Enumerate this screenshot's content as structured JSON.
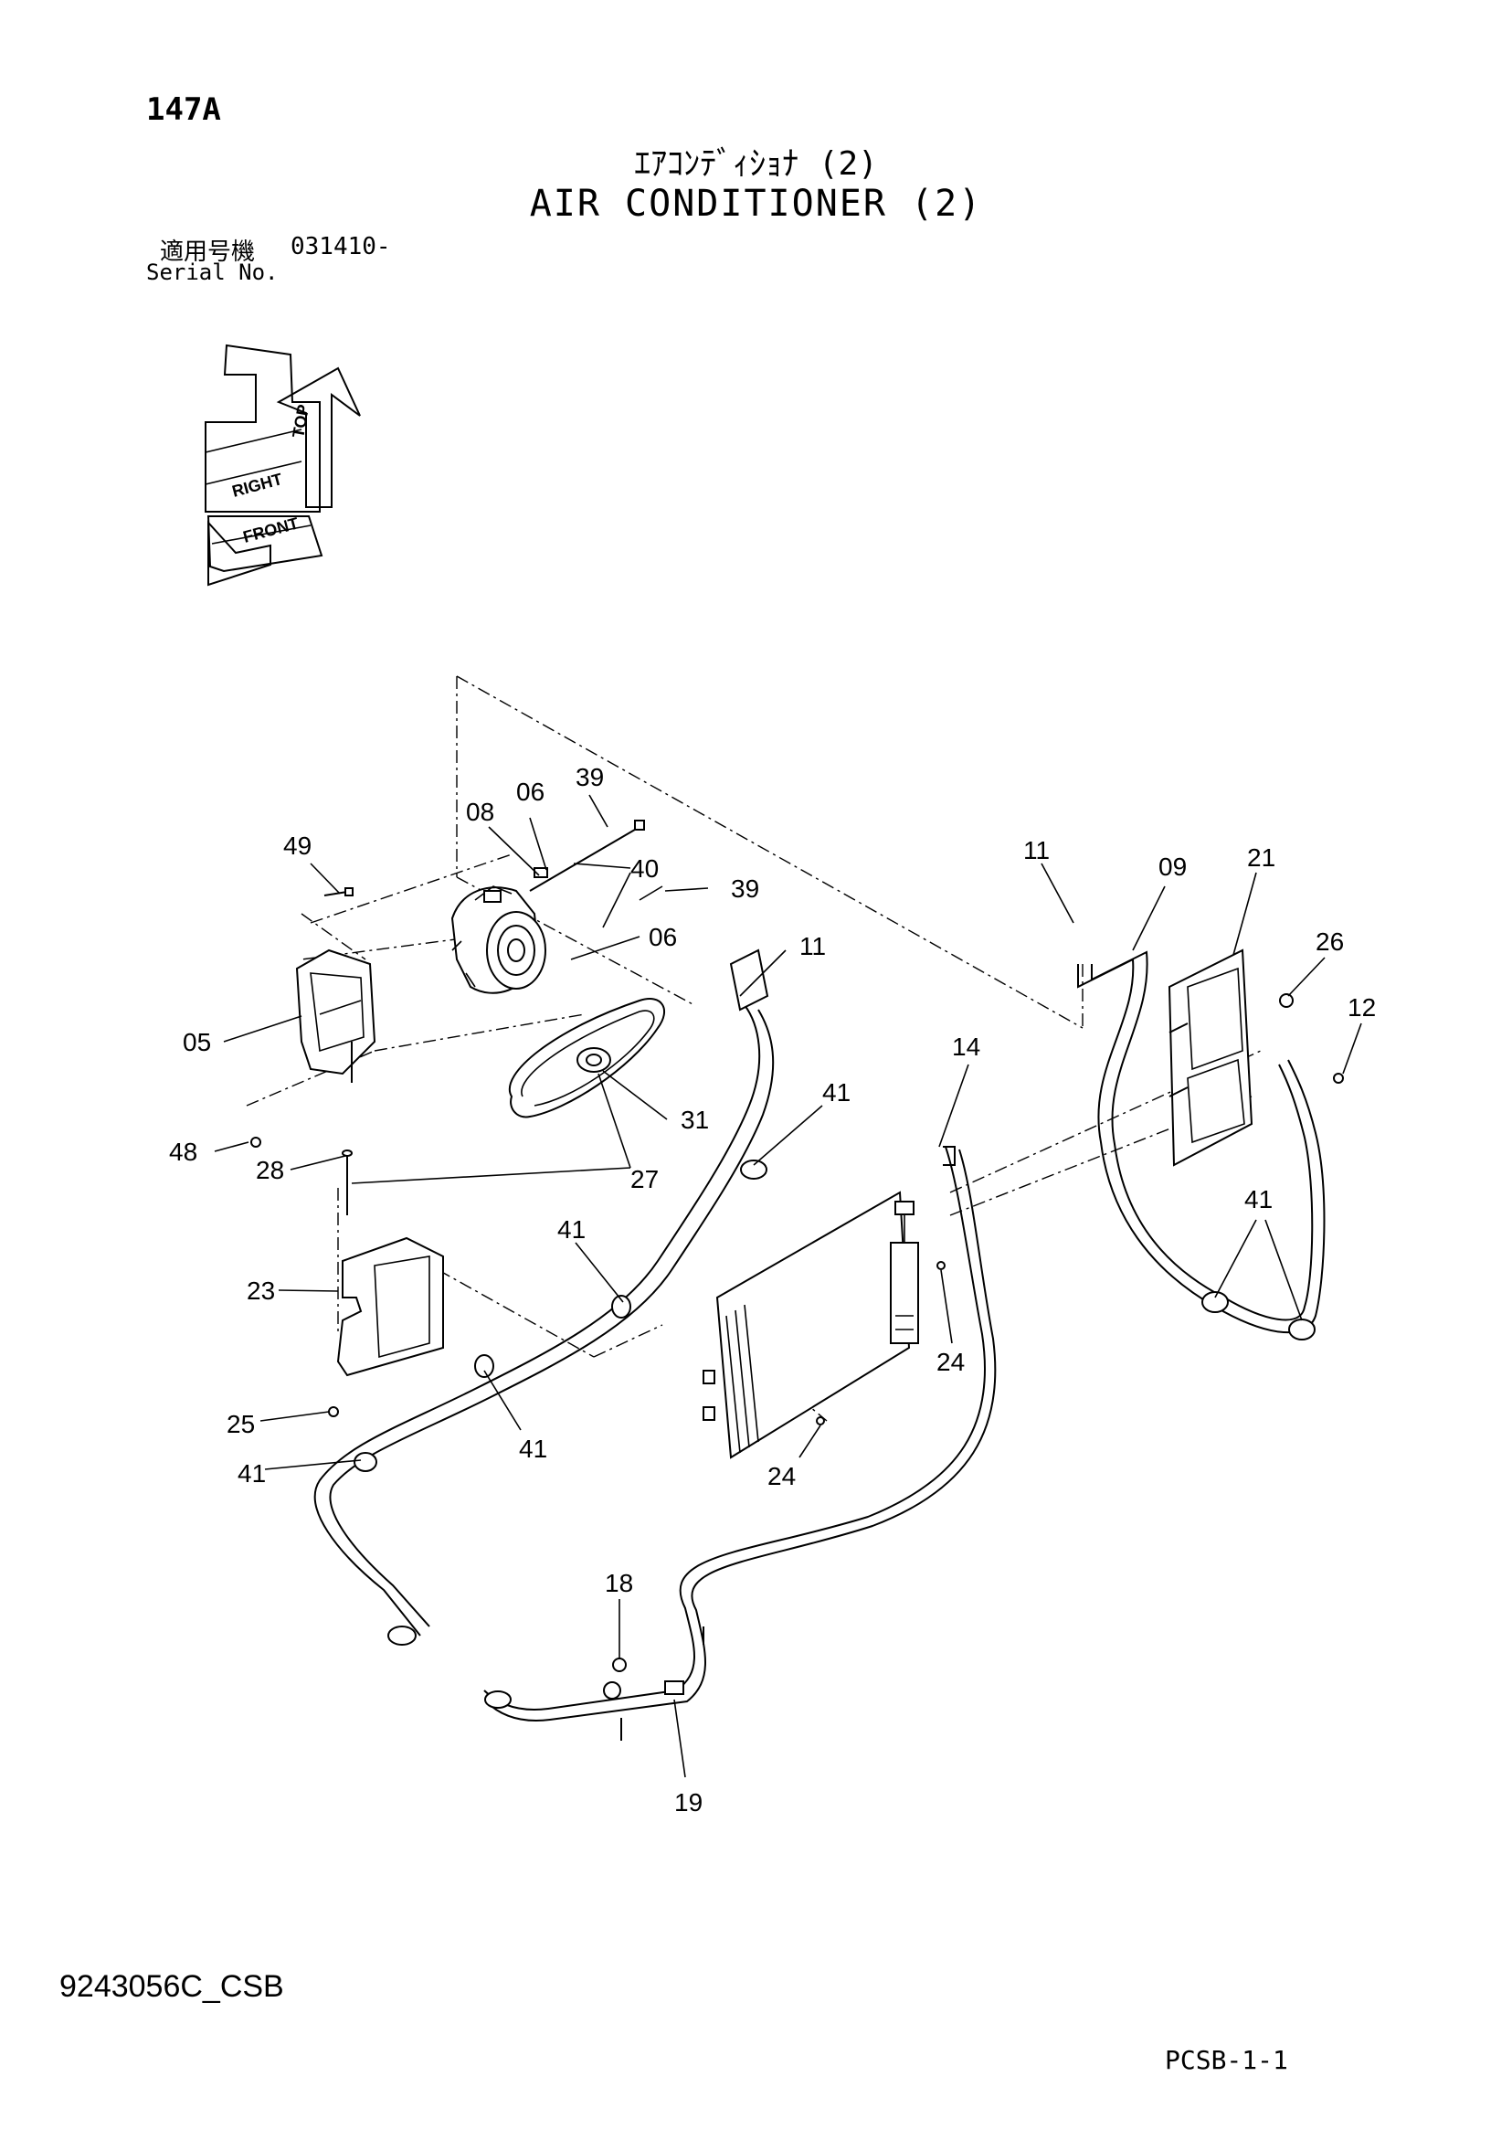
{
  "header": {
    "page_number": "147A",
    "title_jp": "ｴｱｺﾝﾃﾞｨｼｮﾅ (2)",
    "title_en": "AIR CONDITIONER (2)",
    "serial_label_jp": "適用号機",
    "serial_value": "031410-",
    "serial_label_en": "Serial No."
  },
  "orientation": {
    "top": "TOP",
    "right": "RIGHT",
    "front": "FRONT"
  },
  "callouts": {
    "c49": "49",
    "c08": "08",
    "c06a": "06",
    "c39a": "39",
    "c40": "40",
    "c39b": "39",
    "c06b": "06",
    "c11a": "11",
    "c05": "05",
    "c31": "31",
    "c48": "48",
    "c28": "28",
    "c27": "27",
    "c41a": "41",
    "c41b": "41",
    "c23": "23",
    "c25": "25",
    "c41c": "41",
    "c41d": "41",
    "c24a": "24",
    "c24b": "24",
    "c14": "14",
    "c11b": "11",
    "c09": "09",
    "c21": "21",
    "c26": "26",
    "c12": "12",
    "c41e": "41",
    "c18": "18",
    "c19": "19"
  },
  "footer": {
    "doc_code": "9243056C_CSB",
    "sheet_code": "PCSB-1-1"
  }
}
